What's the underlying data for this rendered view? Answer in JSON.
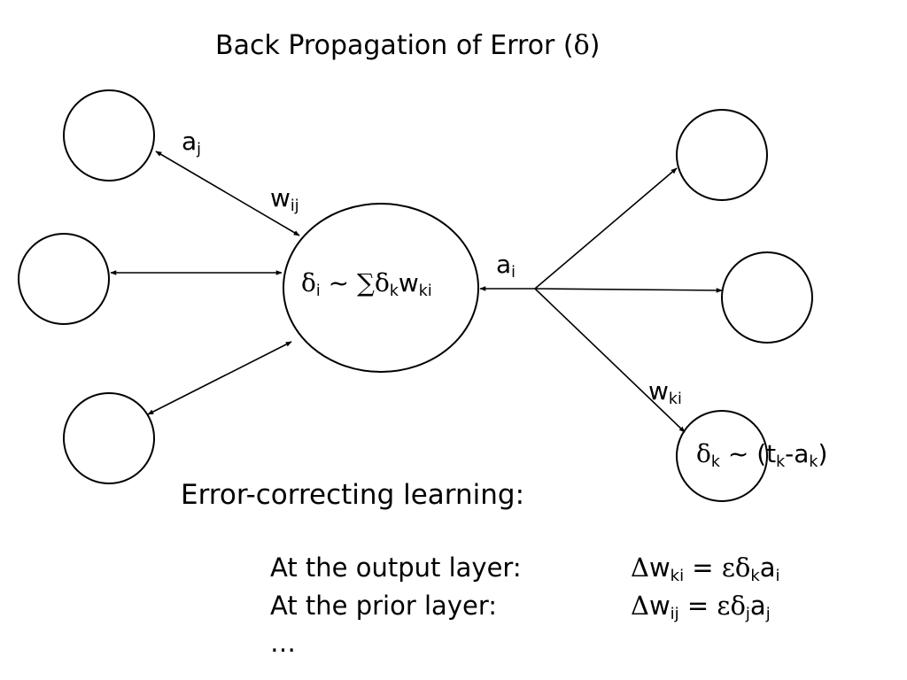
{
  "title": {
    "prefix": "Back Propagation of Error (",
    "symbol": "δ",
    "suffix": ")"
  },
  "labels": {
    "a_j": {
      "base": "a",
      "sub": "j"
    },
    "w_ij": {
      "base": "w",
      "sub": "ij"
    },
    "a_i": {
      "base": "a",
      "sub": "i"
    },
    "w_ki": {
      "base": "w",
      "sub": "ki"
    }
  },
  "hidden_node": {
    "delta": "δ",
    "delta_sub": "i",
    "tilde": " ~ ",
    "sigma": "∑",
    "delta2": "δ",
    "delta2_sub": "k",
    "w": "w",
    "w_sub": "ki"
  },
  "output_formula": {
    "delta": "δ",
    "delta_sub": "k",
    "tilde": " ~ ",
    "open": "(t",
    "t_sub": "k",
    "minus": "-a",
    "a_sub": "k",
    "close": ")"
  },
  "learning": {
    "heading": "Error-correcting learning:",
    "row1_label": "At the output layer:",
    "row1_eq": {
      "delta": "Δ",
      "w": "w",
      "w_sub": "ki",
      "eq": " = ",
      "eps": "ε",
      "d": "δ",
      "d_sub": "k",
      "a": "a",
      "a_sub": "i"
    },
    "row2_label": "At the prior layer:",
    "row2_eq": {
      "delta": "Δ",
      "w": "w",
      "w_sub": "ij",
      "eq": " = ",
      "eps": "ε",
      "d": "δ",
      "d_sub": "j",
      "a": "a",
      "a_sub": "j"
    },
    "ellipsis": "…"
  }
}
